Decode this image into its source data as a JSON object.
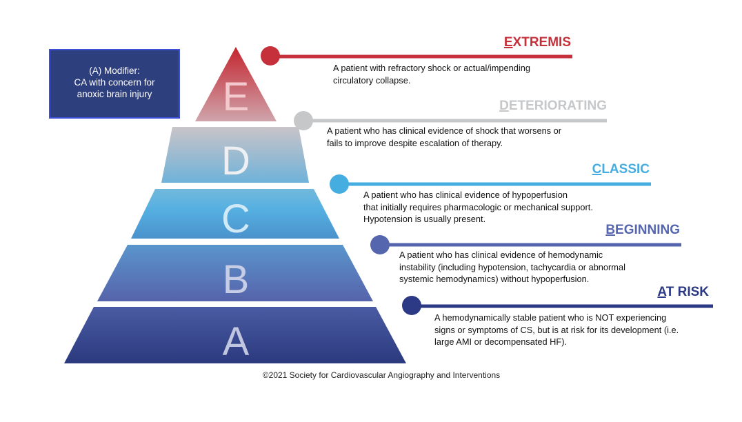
{
  "modifier": {
    "lines": [
      "(A) Modifier:",
      "CA with concern for",
      "anoxic brain injury"
    ]
  },
  "stages": [
    {
      "letter": "E",
      "title_first": "E",
      "title_rest": "XTREMIS",
      "color": "#c5303a",
      "desc": [
        "A patient with refractory shock or actual/impending",
        "circulatory collapse."
      ]
    },
    {
      "letter": "D",
      "title_first": "D",
      "title_rest": "ETERIORATING",
      "color": "#c6c7c9",
      "desc": [
        "A patient who has clinical evidence of shock that worsens or",
        "fails to improve despite escalation of therapy."
      ]
    },
    {
      "letter": "C",
      "title_first": "C",
      "title_rest": "LASSIC",
      "color": "#45ade0",
      "desc": [
        "A patient who has clinical evidence of hypoperfusion",
        "that initially requires pharmacologic or mechanical support.",
        "Hypotension is usually present."
      ]
    },
    {
      "letter": "B",
      "title_first": "B",
      "title_rest": "EGINNING",
      "color": "#5566ae",
      "desc": [
        "A patient who has clinical evidence of hemodynamic",
        "instability (including hypotension, tachycardia or abnormal",
        "systemic hemodynamics) without hypoperfusion."
      ]
    },
    {
      "letter": "A",
      "title_first": "A",
      "title_rest": "T RISK",
      "color": "#2c3a85",
      "desc": [
        "A hemodynamically stable patient who is NOT experiencing",
        "signs or symptoms of CS, but is at risk for its development (i.e.",
        "large AMI or decompensated HF)."
      ]
    }
  ],
  "footer": "©2021 Society for Cardiovascular Angiography and Interventions"
}
